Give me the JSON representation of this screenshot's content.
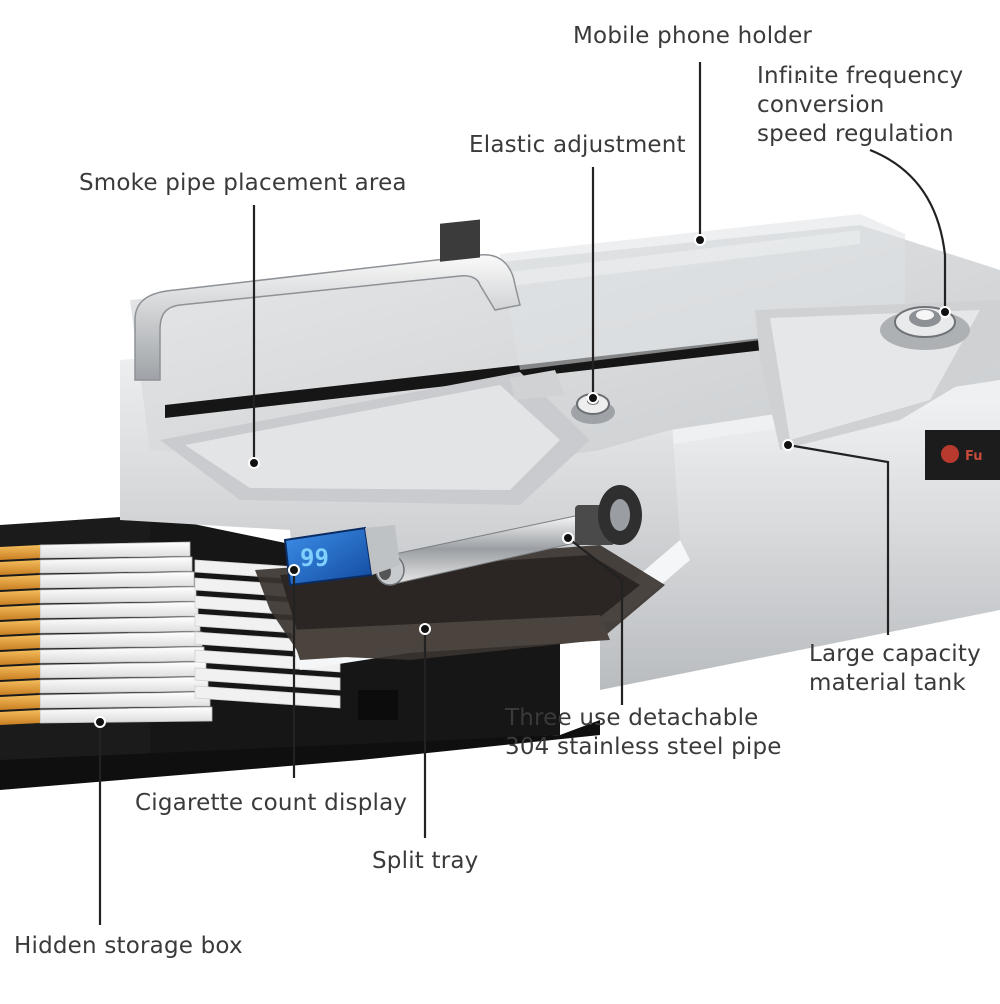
{
  "labels": {
    "mobile_phone_holder": "Mobile phone holder",
    "infinite_frequency": [
      "Infinite frequency",
      "conversion",
      "speed regulation"
    ],
    "elastic_adjustment": "Elastic adjustment",
    "smoke_pipe_area": "Smoke pipe placement area",
    "large_capacity_tank": [
      "Large capacity",
      "material tank"
    ],
    "detachable_pipe": [
      "Three use detachable",
      "304 stainless steel pipe"
    ],
    "cigarette_count_display": "Cigarette count display",
    "split_tray": "Split tray",
    "hidden_storage_box": "Hidden storage box"
  },
  "display": {
    "count": "99"
  },
  "device": {
    "brand_text": "Fu"
  },
  "colors": {
    "label_text": "#3a3a3a",
    "leader_line": "#222222",
    "machine_body": "#d4d6d8",
    "machine_highlight": "#f2f3f4",
    "drawer_black": "#1b1b1b",
    "filter_orange": "#e8a23c",
    "lcd_blue": "#1d6fd6",
    "smoke_tray": "#3a3430"
  }
}
